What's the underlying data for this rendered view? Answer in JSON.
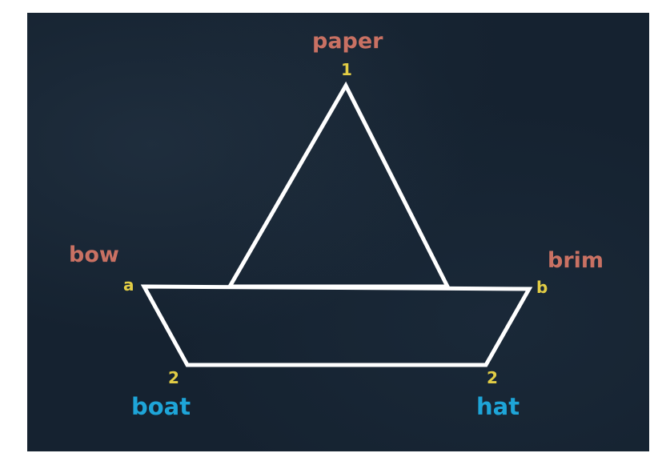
{
  "labels": {
    "paper": "paper",
    "bow": "bow",
    "brim": "brim",
    "boat": "boat",
    "hat": "hat"
  },
  "markers": {
    "top": "1",
    "left_vertex": "a",
    "right_vertex": "b",
    "bottom_left": "2",
    "bottom_right": "2"
  },
  "colors": {
    "background": "#152230",
    "outline": "#ffffff",
    "word_red": "#c97163",
    "word_blue": "#1ea5d8",
    "marker_yellow": "#e2cd45"
  }
}
